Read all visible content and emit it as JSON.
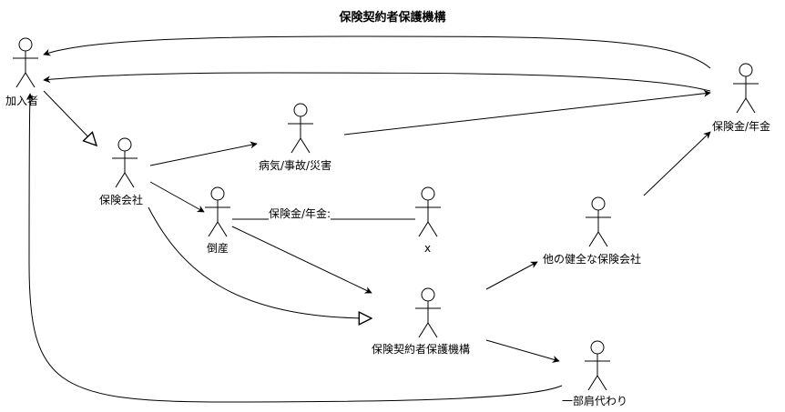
{
  "title": "保険契約者保護機構",
  "actors": {
    "member": "加入者",
    "insurer": "保険会社",
    "illness": "病気/事故/災害",
    "bankrupt": "倒産",
    "x": "x",
    "healthy_insurer": "他の健全な保険会社",
    "protection_org": "保険契約者保護機構",
    "pension": "保険金/年金",
    "partial": "一部肩代わり"
  },
  "edges": {
    "bankrupt_to_x": "保険金/年金:"
  }
}
